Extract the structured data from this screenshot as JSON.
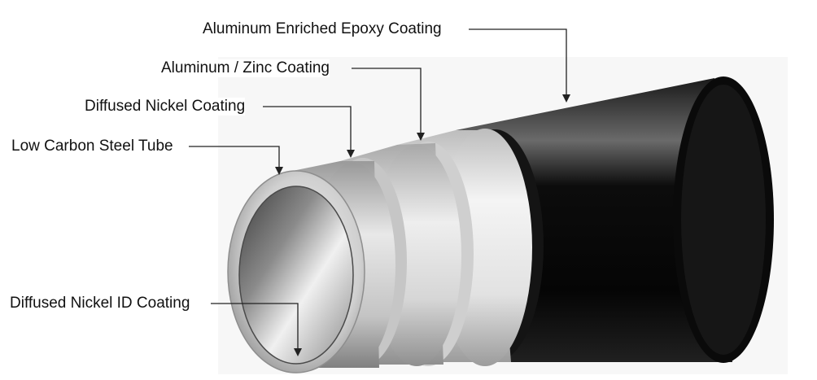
{
  "diagram": {
    "labels": {
      "epoxy": "Aluminum Enriched Epoxy Coating",
      "alzn": "Aluminum / Zinc Coating",
      "nickel": "Diffused Nickel Coating",
      "steel": "Low Carbon Steel Tube",
      "id_coating": "Diffused Nickel ID Coating"
    },
    "colors": {
      "epoxy": "#111111",
      "alzn": "#e6e6e6",
      "nickel": "#d4d4d4",
      "steel": "#c8c8c8",
      "leader": "#222222"
    }
  }
}
